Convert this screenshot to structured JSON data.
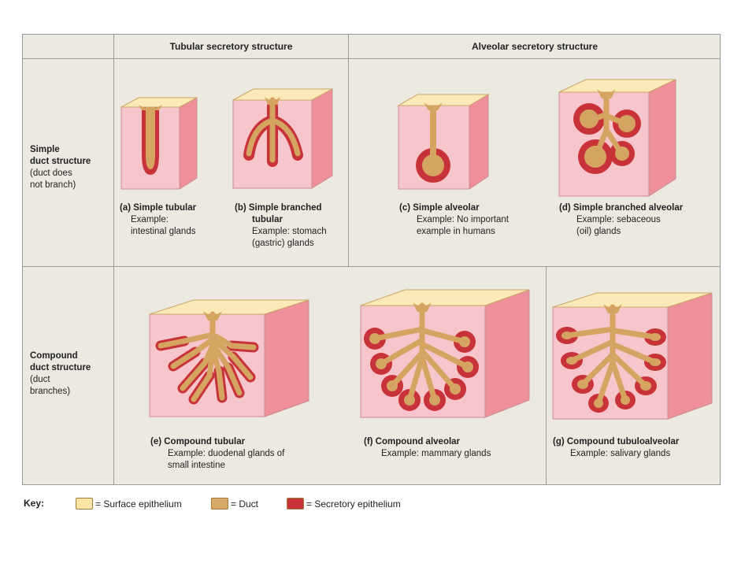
{
  "headers": {
    "tubular": "Tubular secretory structure",
    "alveolar": "Alveolar secretory structure"
  },
  "rows": {
    "simple": {
      "title_1": "Simple",
      "title_2": "duct structure",
      "note_1": "(duct does",
      "note_2": "not branch)"
    },
    "compound": {
      "title_1": "Compound",
      "title_2": "duct structure",
      "note_1": "(duct",
      "note_2": "branches)"
    }
  },
  "glands": [
    {
      "id": "a",
      "title": "(a) Simple tubular",
      "example_1": "Example:",
      "example_2": "intestinal glands"
    },
    {
      "id": "b",
      "title_1": "(b) Simple branched",
      "title_2": "tubular",
      "example_1": "Example: stomach",
      "example_2": "(gastric) glands"
    },
    {
      "id": "c",
      "title": "(c) Simple alveolar",
      "example_1": "Example: No important",
      "example_2": "example in humans"
    },
    {
      "id": "d",
      "title": "(d) Simple branched alveolar",
      "example_1": "Example: sebaceous",
      "example_2": "(oil) glands"
    },
    {
      "id": "e",
      "title": "(e) Compound tubular",
      "example_1": "Example: duodenal glands of",
      "example_2": "small intestine"
    },
    {
      "id": "f",
      "title": "(f) Compound alveolar",
      "example_1": "Example: mammary glands"
    },
    {
      "id": "g",
      "title": "(g) Compound tubuloalveolar",
      "example_1": "Example: salivary glands"
    }
  ],
  "key": {
    "label": "Key:",
    "items": [
      {
        "label": "= Surface epithelium",
        "color": "#fbe4a6"
      },
      {
        "label": "= Duct",
        "color": "#d9a968"
      },
      {
        "label": "= Secretory epithelium",
        "color": "#c8333a"
      }
    ]
  },
  "colors": {
    "tissue_front": "#f7c6cc",
    "tissue_side": "#ee8f99",
    "surface": "#fbe9b8",
    "duct": "#d5a461",
    "secretory": "#c8333a",
    "panel": "#ece9e1"
  }
}
